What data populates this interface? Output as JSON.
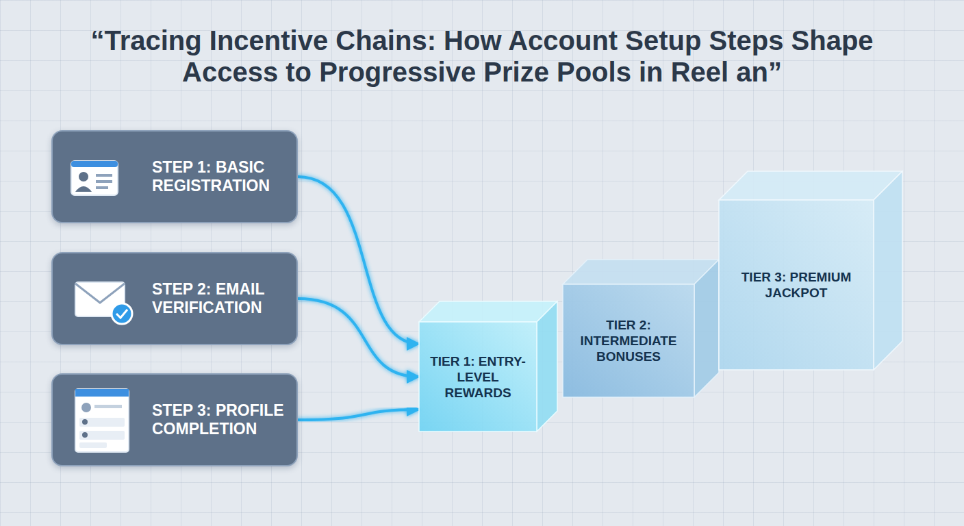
{
  "diagram": {
    "title": "“Tracing Incentive Chains: How Account Setup Steps Shape Access to Progressive Prize Pools in Reel an”",
    "nodes": [
      {
        "text": [
          "STEP 1: BASIC REGISTRATION"
        ]
      },
      {
        "text": [
          "STEP 2: EMAIL VERIFICATION"
        ]
      },
      {
        "text": [
          "STEP 3: PROFILE COMPLETION"
        ]
      },
      {
        "text": [
          "TIER 1: ENTRY-LEVEL REWARDS"
        ]
      },
      {
        "text": [
          "TIER 2: INTERMEDIATE BONUSES"
        ]
      },
      {
        "text": [
          "TIER 3: PREMIUM JACKPOT"
        ]
      }
    ],
    "edges": [
      {
        "from": 0,
        "to": 3,
        "arrow": "to"
      },
      {
        "from": 1,
        "to": 3,
        "arrow": "to"
      },
      {
        "from": 2,
        "to": 3,
        "arrow": "to"
      }
    ]
  }
}
